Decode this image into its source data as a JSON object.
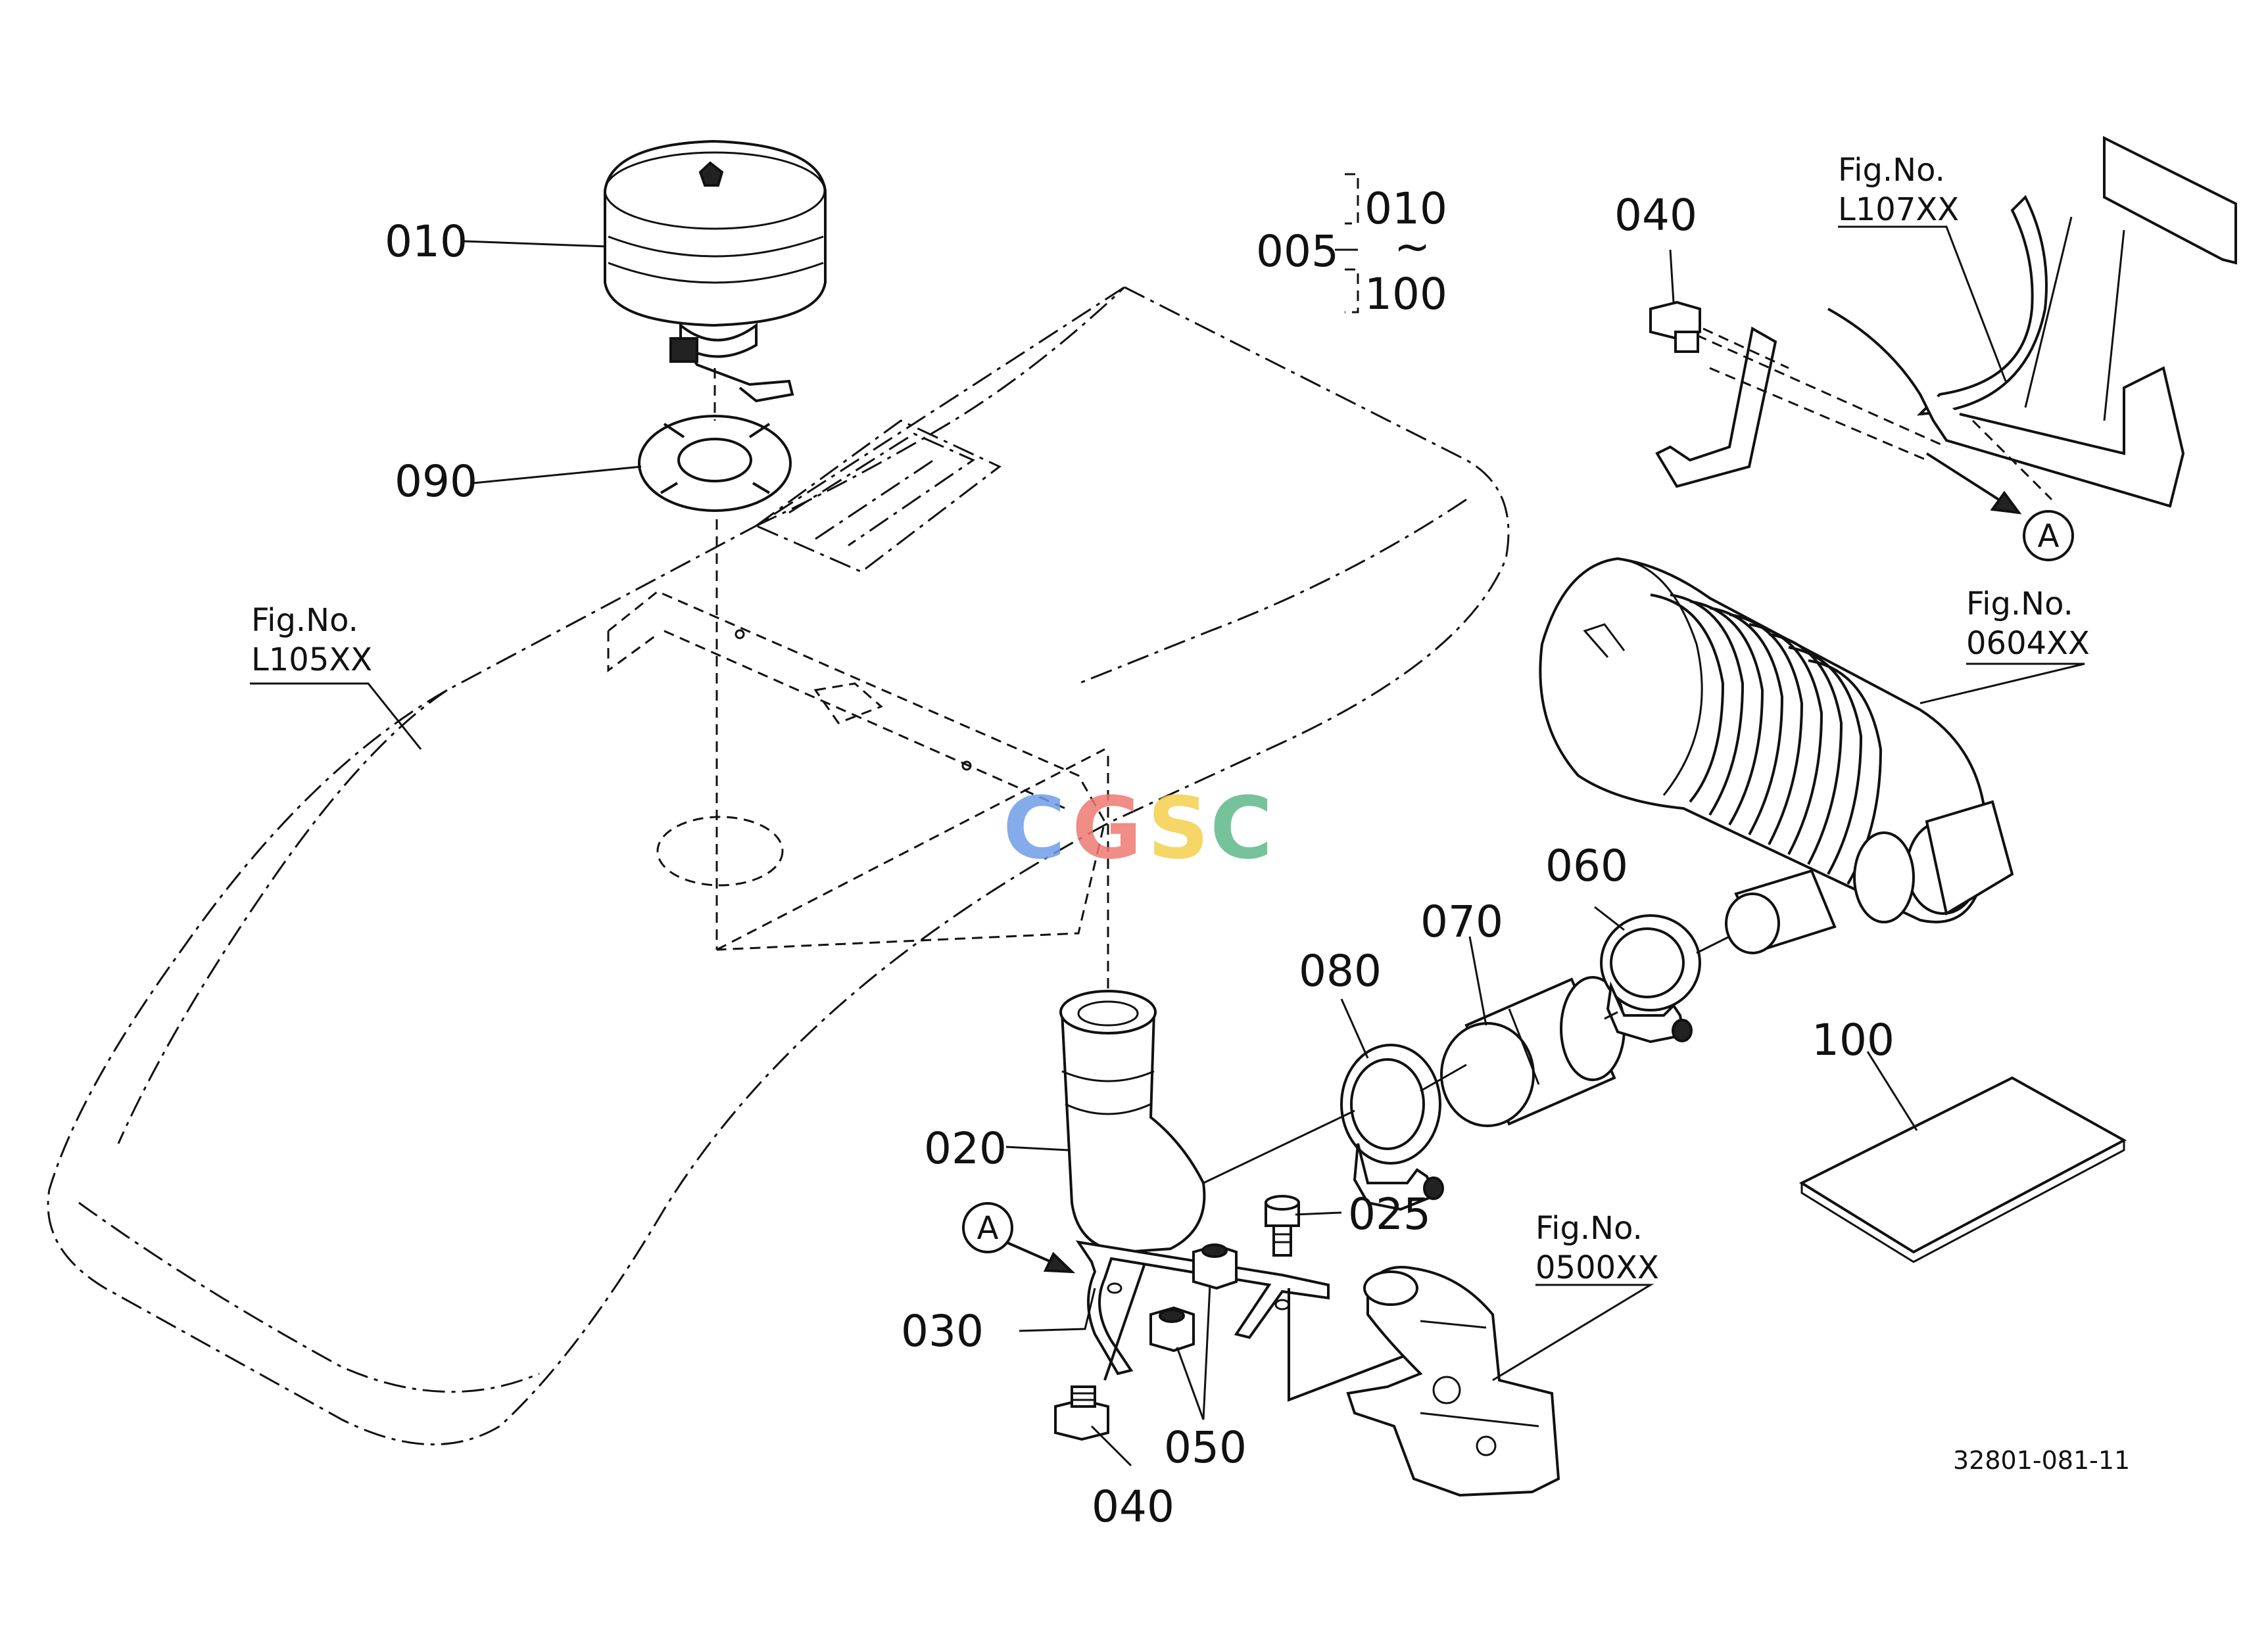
{
  "drawing_code": "32801-081-11",
  "set_bracket": {
    "number": "005",
    "from": "010",
    "tilde": "~",
    "to": "100"
  },
  "parts": [
    {
      "key": "p010",
      "number": "010"
    },
    {
      "key": "p090",
      "number": "090"
    },
    {
      "key": "p020",
      "number": "020"
    },
    {
      "key": "p025",
      "number": "025"
    },
    {
      "key": "p030",
      "number": "030"
    },
    {
      "key": "p040a",
      "number": "040"
    },
    {
      "key": "p040b",
      "number": "040"
    },
    {
      "key": "p050",
      "number": "050"
    },
    {
      "key": "p060",
      "number": "060"
    },
    {
      "key": "p070",
      "number": "070"
    },
    {
      "key": "p080",
      "number": "080"
    },
    {
      "key": "p100",
      "number": "100"
    }
  ],
  "figure_refs": [
    {
      "key": "l105",
      "label": "Fig.No.",
      "code": "L105XX"
    },
    {
      "key": "l107",
      "label": "Fig.No.",
      "code": "L107XX"
    },
    {
      "key": "f0604",
      "label": "Fig.No.",
      "code": "0604XX"
    },
    {
      "key": "f0500",
      "label": "Fig.No.",
      "code": "0500XX"
    }
  ],
  "callouts": [
    {
      "key": "a1",
      "letter": "A"
    },
    {
      "key": "a2",
      "letter": "A"
    }
  ],
  "watermark": {
    "text": "CGSC",
    "letters": [
      "C",
      "G",
      "S",
      "C"
    ],
    "colors": [
      "#6f9ee8",
      "#ee7a72",
      "#f4cf4c",
      "#5fb98a"
    ]
  }
}
